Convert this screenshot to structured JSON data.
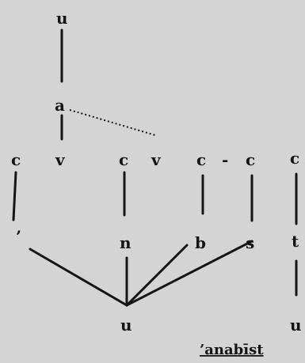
{
  "diagram": {
    "nodes": {
      "tier1_u": "u",
      "tier1_a": "a",
      "skeleton": [
        "c",
        "v",
        "c",
        "v",
        "c",
        "-",
        "c",
        "c"
      ],
      "consonants": [
        "’",
        "n",
        "b",
        "s",
        "t"
      ],
      "melody_u_bottom": "u",
      "melody_u_right": "u"
    },
    "form": "’anabīst"
  },
  "colors": {
    "ink": "#151515",
    "paper": "#d4d4d4"
  }
}
